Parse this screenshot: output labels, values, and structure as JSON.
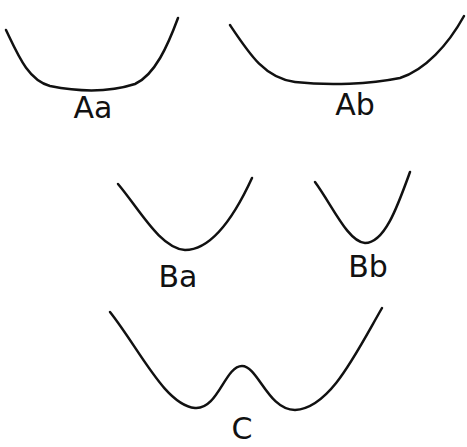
{
  "diagram": {
    "labels": [
      "Aa",
      "Ab",
      "Ba",
      "Bb",
      "C"
    ]
  }
}
